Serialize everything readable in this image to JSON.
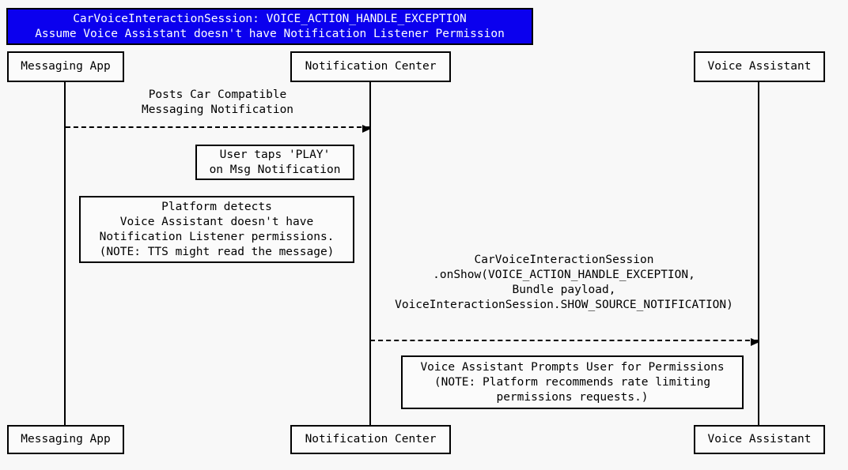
{
  "title": {
    "line1": "CarVoiceInteractionSession: VOICE_ACTION_HANDLE_EXCEPTION",
    "line2": "Assume Voice Assistant doesn't have Notification Listener Permission"
  },
  "colors": {
    "title_bg": "#0b00ee",
    "title_text": "#ffffff",
    "line_color": "#000000",
    "box_bg": "#fbfbfb",
    "page_bg": "#f8f8f8"
  },
  "participants": [
    {
      "name": "Messaging App"
    },
    {
      "name": "Notification Center"
    },
    {
      "name": "Voice Assistant"
    }
  ],
  "messages": [
    {
      "from": "Messaging App",
      "to": "Notification Center",
      "style": "dashed",
      "label_lines": [
        "Posts Car Compatible",
        "Messaging Notification"
      ]
    },
    {
      "from": "Notification Center",
      "to": "Voice Assistant",
      "style": "dashed",
      "label_lines": [
        "CarVoiceInteractionSession",
        ".onShow(VOICE_ACTION_HANDLE_EXCEPTION,",
        "Bundle payload,",
        "VoiceInteractionSession.SHOW_SOURCE_NOTIFICATION)"
      ]
    }
  ],
  "notes": [
    {
      "lines": [
        "User taps 'PLAY'",
        "on Msg Notification"
      ]
    },
    {
      "lines": [
        "Platform detects",
        "Voice Assistant doesn't have",
        "Notification Listener permissions.",
        "(NOTE: TTS might read the message)"
      ]
    },
    {
      "lines": [
        "Voice Assistant Prompts User for Permissions",
        "(NOTE: Platform recommends rate limiting",
        "permissions requests.)"
      ]
    }
  ]
}
